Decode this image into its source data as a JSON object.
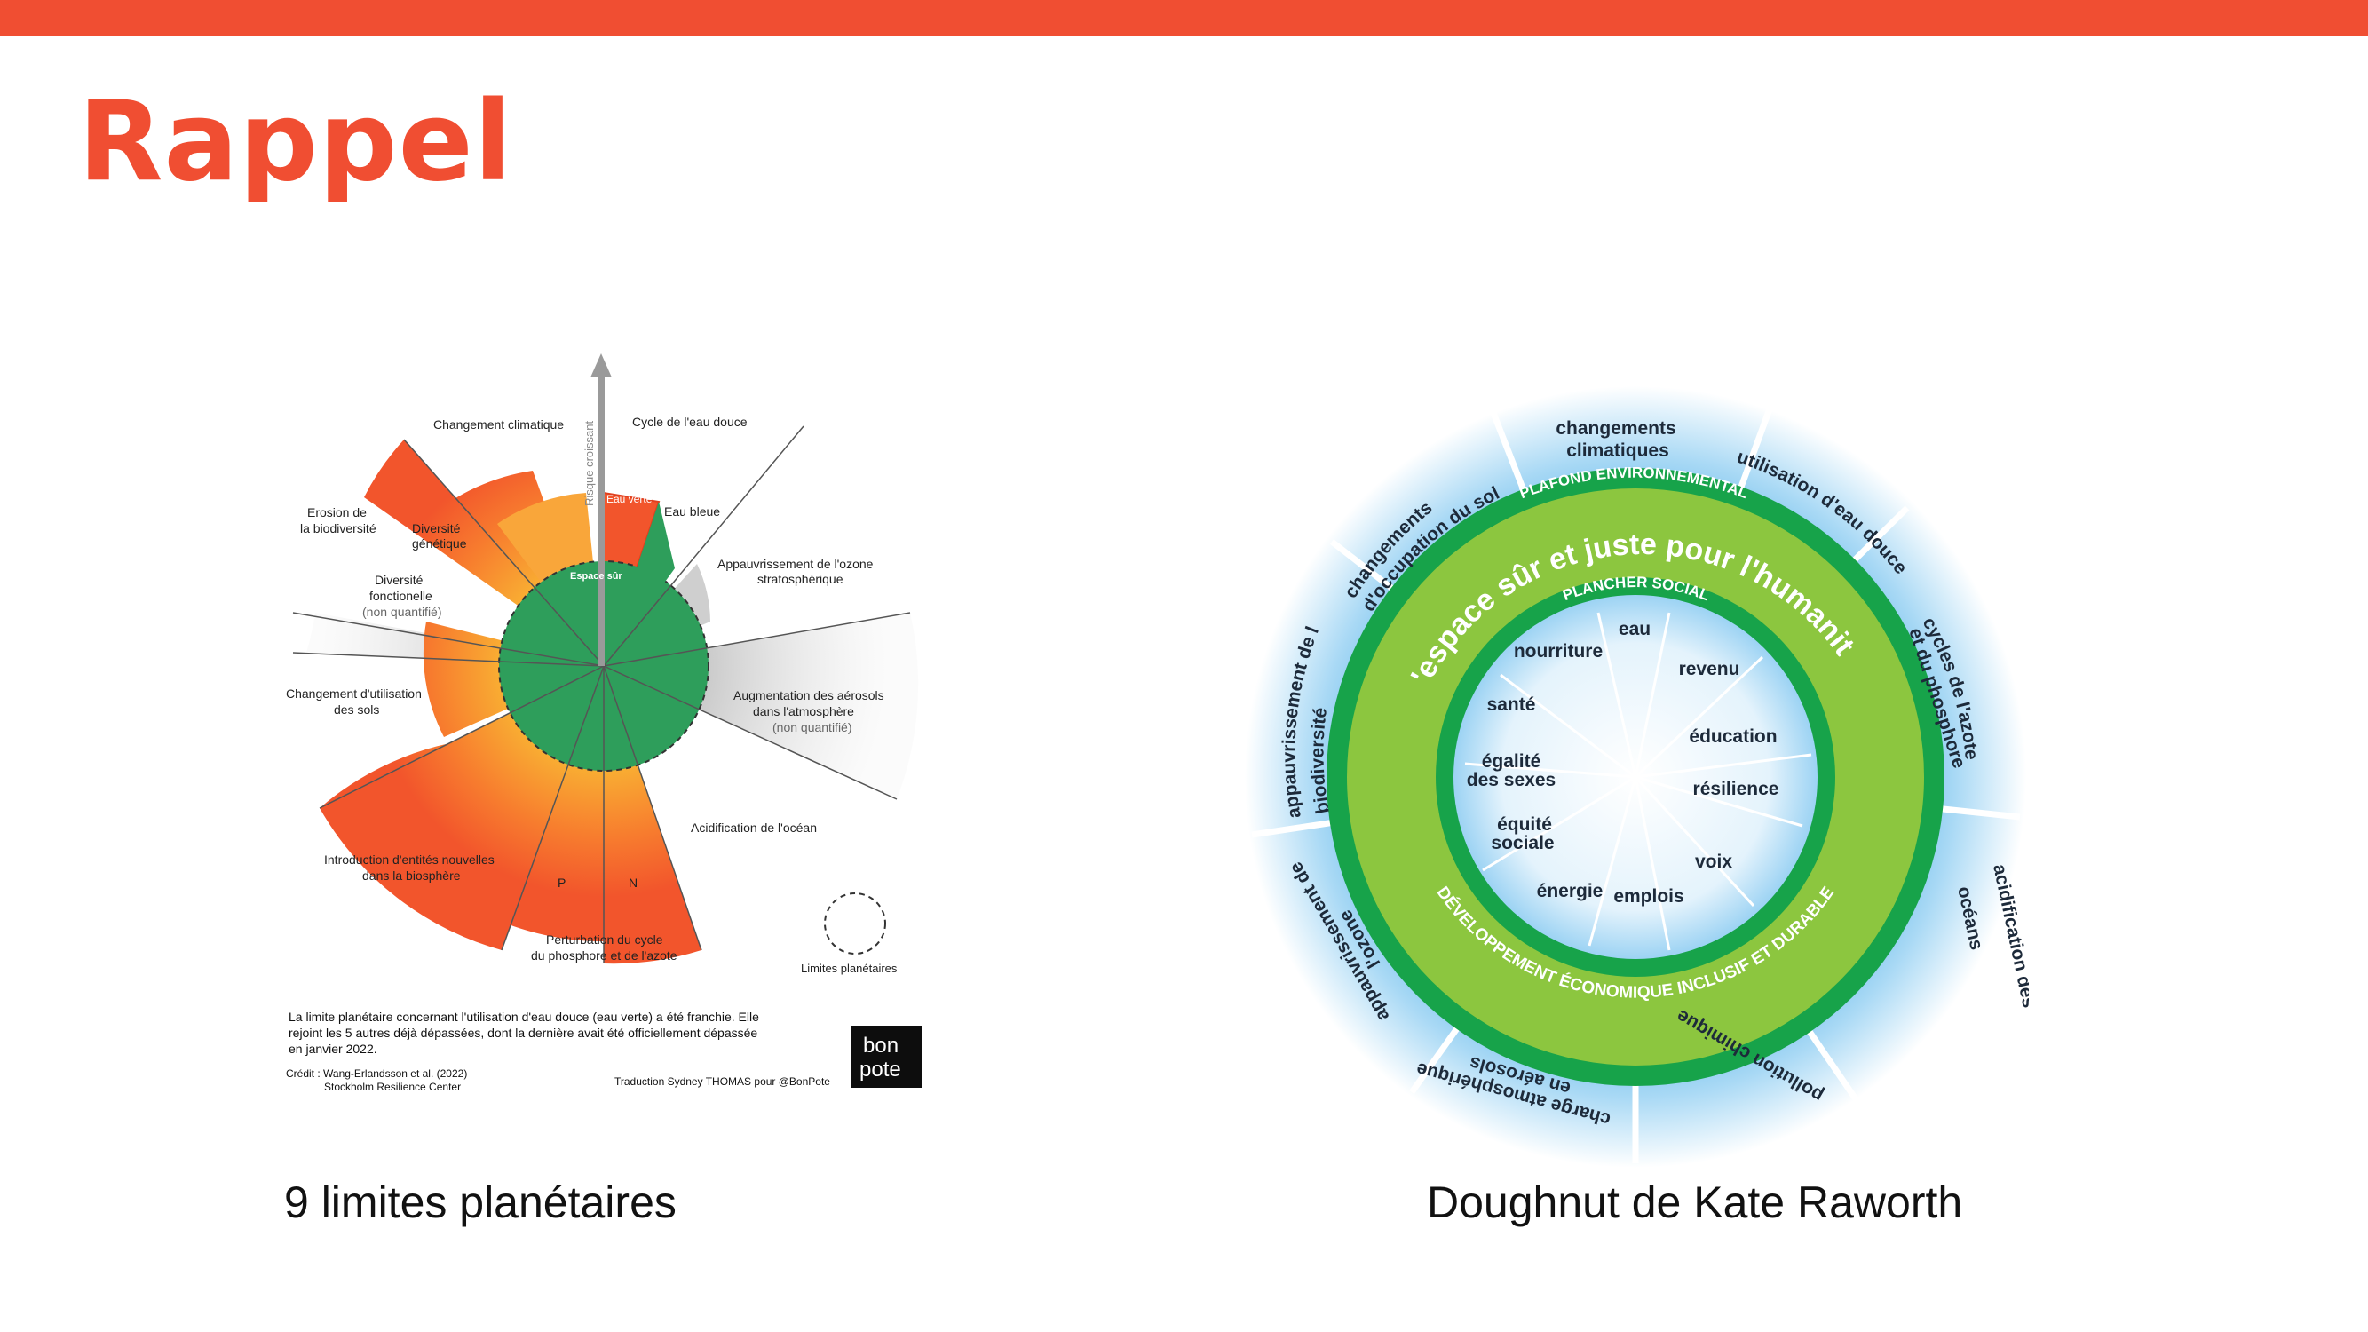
{
  "slide": {
    "title": "Rappel",
    "accent_color": "#f04e32",
    "captions": {
      "left": "9 limites planétaires",
      "right": "Doughnut de Kate Raworth"
    }
  },
  "planetary": {
    "arrow_label": "Risque croissant",
    "safe_space": "Espace sûr",
    "labels": {
      "climate": "Changement climatique",
      "freshwater": "Cycle de l'eau douce",
      "green_water": "Eau verte",
      "blue_water": "Eau bleue",
      "ozone_1": "Appauvrissement de l'ozone",
      "ozone_2": "stratosphérique",
      "aerosols_1": "Augmentation des aérosols",
      "aerosols_2": "dans l'atmosphère",
      "aerosols_3": "(non quantifié)",
      "ocean": "Acidification de l'océan",
      "biogeo_1": "Perturbation du cycle",
      "biogeo_2": "du phosphore et de l'azote",
      "p": "P",
      "n": "N",
      "novel_1": "Introduction d'entités nouvelles",
      "novel_2": "dans la biosphère",
      "land_1": "Changement d'utilisation",
      "land_2": "des sols",
      "func_1": "Diversité",
      "func_2": "fonctionelle",
      "func_3": "(non quantifié)",
      "erosion_1": "Erosion de",
      "erosion_2": "la biodiversité",
      "genetic_1": "Diversité",
      "genetic_2": "génétique",
      "limits_legend": "Limites planétaires"
    },
    "note": [
      "La limite planétaire concernant l'utilisation d'eau douce (eau verte) a été franchie. Elle",
      "rejoint les 5 autres déjà dépassées, dont la dernière avait été officiellement dépassée",
      "en janvier 2022."
    ],
    "credit_1": "Crédit : Wang-Erlandsson et al. (2022)",
    "credit_2": "Stockholm Resilience Center",
    "translation": "Traduction Sydney THOMAS pour @BonPote",
    "logo_1": "bon",
    "logo_2": "pote",
    "colors": {
      "orange": "#f5622e",
      "yellow": "#f9b233",
      "green": "#2e9e5b",
      "grey": "#d9d9d9"
    }
  },
  "doughnut": {
    "ceiling": "PLAFOND ENVIRONNEMENTAL",
    "center_title": "l'espace sûr et juste pour l'humanité",
    "floor": "PLANCHER SOCIAL",
    "development": "DÉVELOPPEMENT ÉCONOMIQUE INCLUSIF ET DURABLE",
    "outer": {
      "climate_1": "changements",
      "climate_2": "climatiques",
      "fresh_1": "utilisation d'eau douce",
      "cycles_1": "cycles de l'azote",
      "cycles_2": "et du phosphore",
      "ocean_1": "acidification des",
      "ocean_2": "océans",
      "pollution_1": "pollution chimique",
      "aerosol_1": "charge atmosphérique",
      "aerosol_2": "en aérosols",
      "ozone_1": "appauvrissement de",
      "ozone_2": "l'ozone",
      "biodiv_1": "appauvrissement de la",
      "biodiv_2": "biodiversité",
      "land_1": "changements",
      "land_2": "d'occupation du sol"
    },
    "inner": {
      "water": "eau",
      "income": "revenu",
      "education": "éducation",
      "resilience": "résilience",
      "voice": "voix",
      "jobs": "emplois",
      "energy": "énergie",
      "equity_1": "équité",
      "equity_2": "sociale",
      "gender_1": "égalité",
      "gender_2": "des sexes",
      "health": "santé",
      "food": "nourriture"
    },
    "colors": {
      "lime": "#8cc63f",
      "green": "#17a34a",
      "sky": "#5ab4e8"
    }
  }
}
